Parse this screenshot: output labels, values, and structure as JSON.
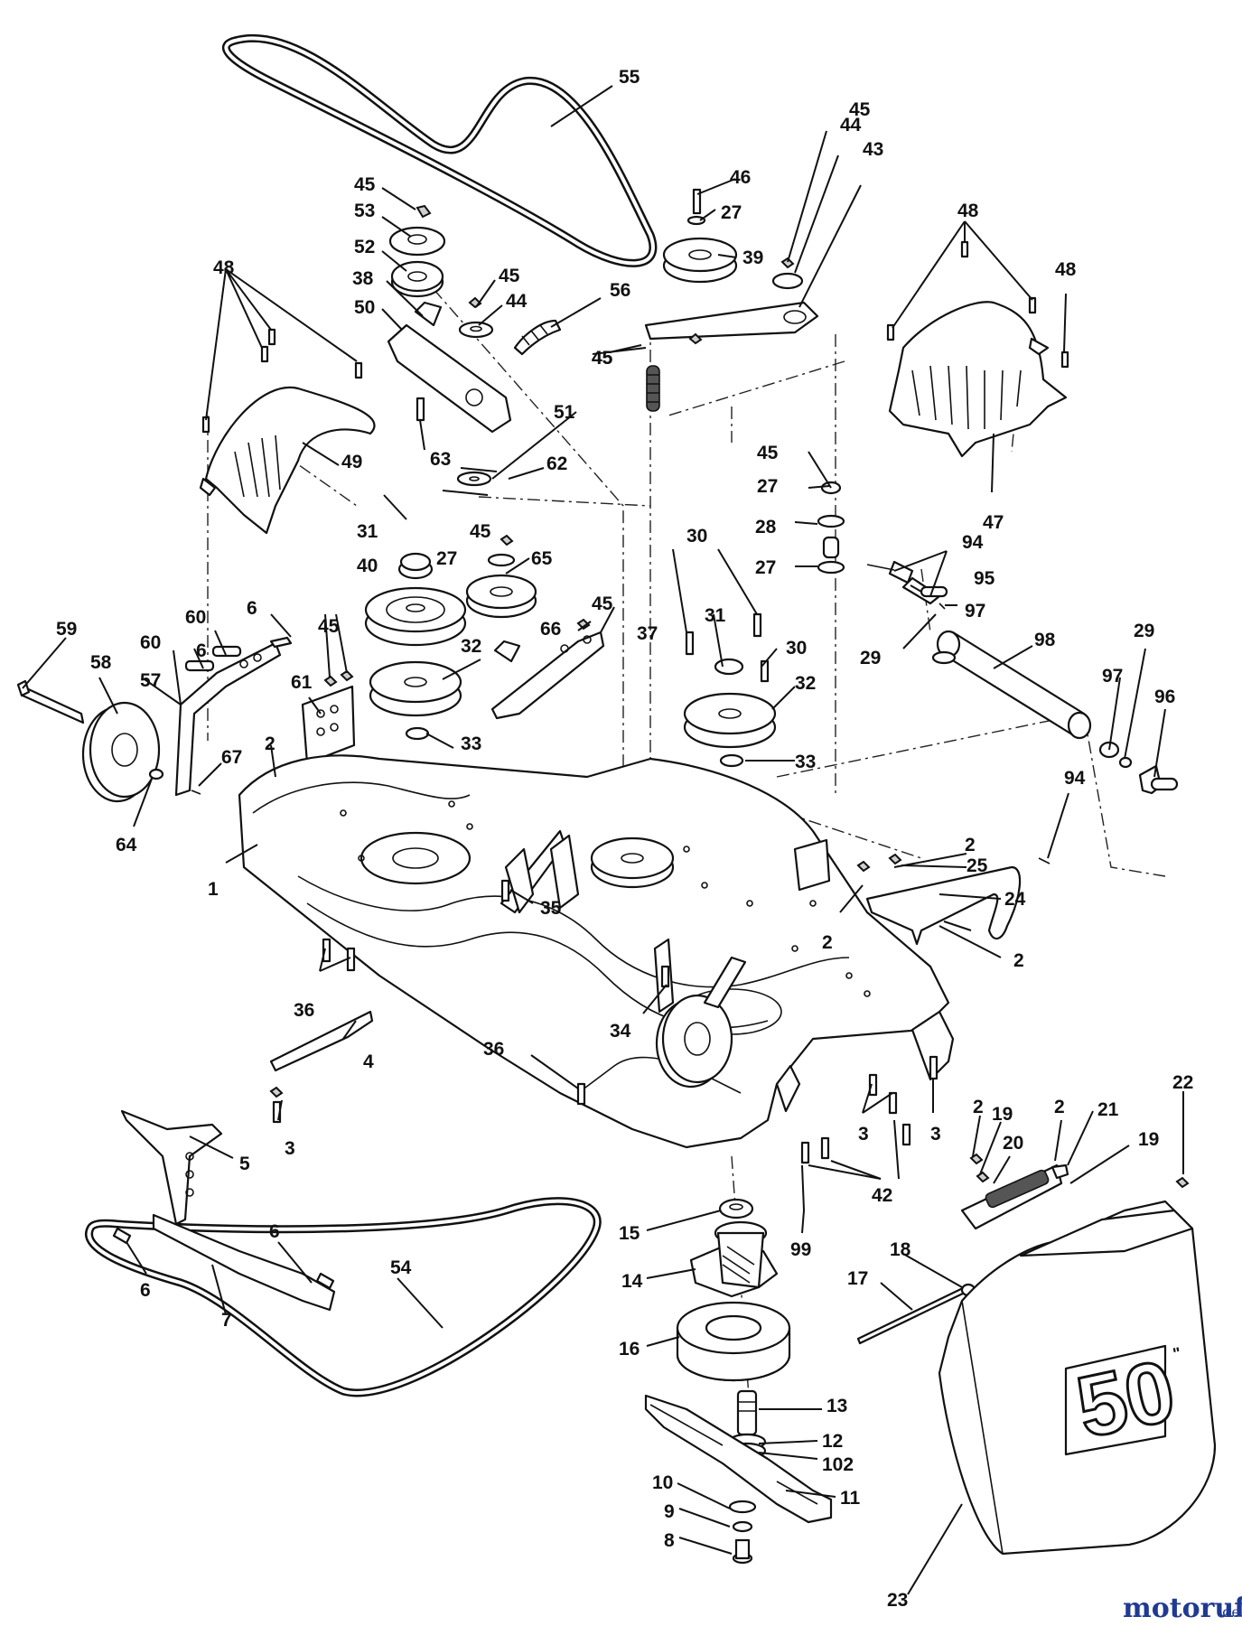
{
  "diagram": {
    "callouts": [
      "55",
      "45",
      "53",
      "52",
      "38",
      "50",
      "48",
      "49",
      "63",
      "45",
      "44",
      "56",
      "45",
      "51",
      "62",
      "46",
      "27",
      "39",
      "45",
      "44",
      "43",
      "45",
      "48",
      "48",
      "47",
      "45",
      "27",
      "28",
      "27",
      "94",
      "95",
      "29",
      "97",
      "98",
      "29",
      "97",
      "96",
      "31",
      "40",
      "45",
      "27",
      "65",
      "45",
      "66",
      "37",
      "30",
      "31",
      "30",
      "32",
      "32",
      "33",
      "33",
      "6",
      "60",
      "60",
      "6",
      "59",
      "58",
      "57",
      "45",
      "61",
      "2",
      "67",
      "64",
      "1",
      "35",
      "94",
      "2",
      "25",
      "2",
      "24",
      "2",
      "36",
      "4",
      "3",
      "34",
      "36",
      "2",
      "19",
      "2",
      "21",
      "20",
      "19",
      "22",
      "3",
      "3",
      "42",
      "99",
      "5",
      "6",
      "6",
      "7",
      "15",
      "14",
      "18",
      "17",
      "54",
      "16",
      "13",
      "12",
      "102",
      "10",
      "11",
      "9",
      "8",
      "23"
    ],
    "deck_badge": "50",
    "deck_badge_unit": "\"",
    "watermark": {
      "brand": "motoruf",
      "suffix": ".de"
    }
  },
  "colors": {
    "line": "#111111",
    "background": "#ffffff",
    "watermark_primary": "#1f3a93",
    "watermark_accent": "#c0392b"
  }
}
